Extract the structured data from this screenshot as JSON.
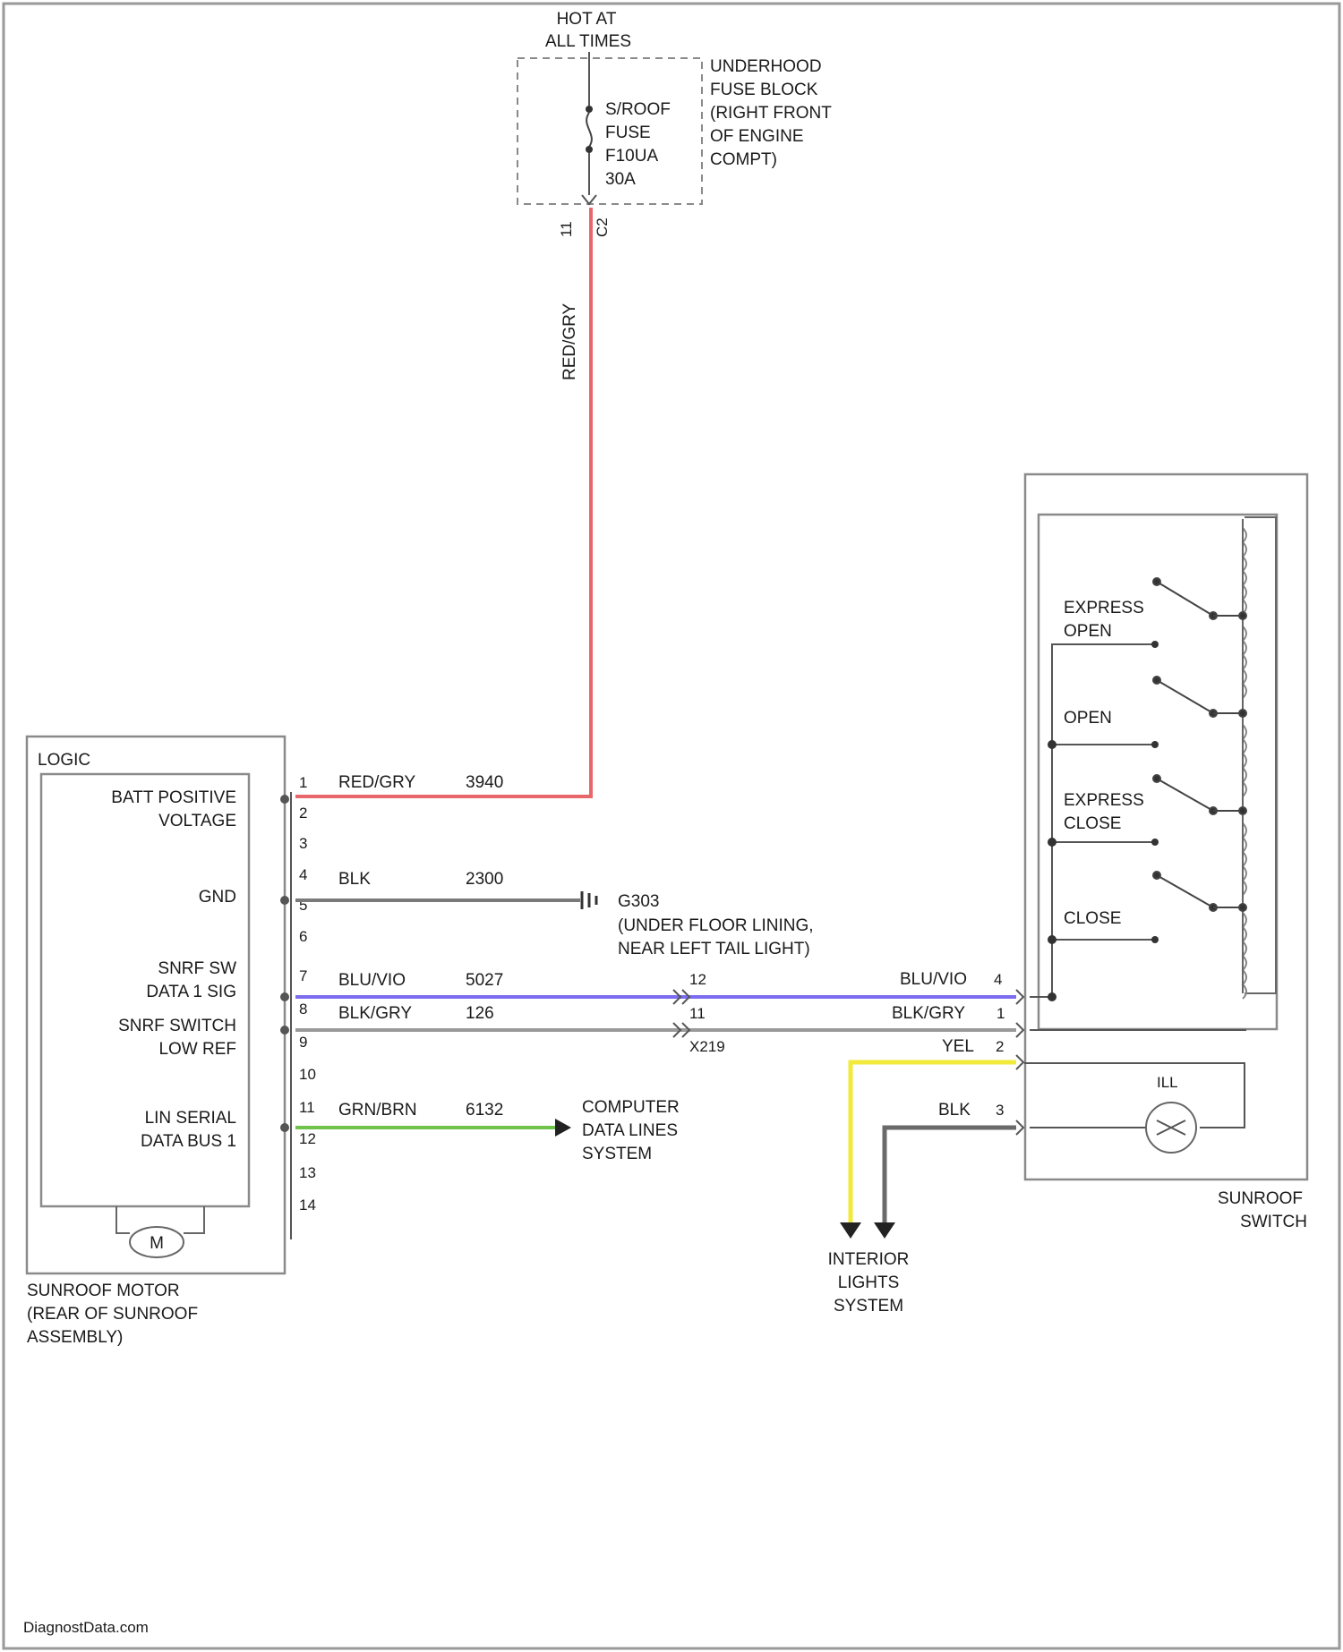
{
  "hot_label": [
    "HOT AT",
    "ALL TIMES"
  ],
  "fuse_block": {
    "fuse_lines": [
      "S/ROOF",
      "FUSE",
      "F10UA",
      "30A"
    ],
    "location_lines": [
      "UNDERHOOD",
      "FUSE BLOCK",
      "(RIGHT FRONT",
      "OF ENGINE",
      "COMPT)"
    ],
    "pin_left": "11",
    "pin_right": "C2"
  },
  "vertical_wire_label": "RED/GRY",
  "motor": {
    "logic_label": "LOGIC",
    "name_lines": [
      "SUNROOF MOTOR",
      "(REAR OF SUNROOF",
      "ASSEMBLY)"
    ],
    "motor_symbol": "M",
    "terminals": [
      {
        "lines": [
          "BATT POSITIVE",
          "VOLTAGE"
        ]
      },
      {
        "lines": [
          "GND"
        ]
      },
      {
        "lines": [
          "SNRF SW",
          "DATA 1 SIG"
        ]
      },
      {
        "lines": [
          "SNRF SWITCH",
          "LOW REF"
        ]
      },
      {
        "lines": [
          "LIN SERIAL",
          "DATA BUS 1"
        ]
      }
    ],
    "pins": [
      "1",
      "2",
      "3",
      "4",
      "5",
      "6",
      "7",
      "8",
      "9",
      "10",
      "11",
      "12",
      "13",
      "14"
    ]
  },
  "wires": [
    {
      "color_code": "RED/GRY",
      "circuit": "3940",
      "wire_color": "#e8676b"
    },
    {
      "color_code": "BLK",
      "circuit": "2300",
      "wire_color": "#7a7a7a"
    },
    {
      "color_code": "BLU/VIO",
      "circuit": "5027",
      "wire_color": "#7b6cf0"
    },
    {
      "color_code": "BLK/GRY",
      "circuit": "126",
      "wire_color": "#9a9a9a"
    },
    {
      "color_code": "GRN/BRN",
      "circuit": "6132",
      "wire_color": "#6fc24a"
    }
  ],
  "ground": {
    "id": "G303",
    "location_lines": [
      "(UNDER FLOOR LINING,",
      "NEAR LEFT TAIL LIGHT)"
    ]
  },
  "inline_connector": {
    "pin_a": "12",
    "pin_b": "11",
    "id": "X219"
  },
  "computer_data_lines": [
    "COMPUTER",
    "DATA LINES",
    "SYSTEM"
  ],
  "switch": {
    "name_lines": [
      "SUNROOF",
      "SWITCH"
    ],
    "positions": [
      {
        "lines": [
          "EXPRESS",
          "OPEN"
        ]
      },
      {
        "lines": [
          "OPEN"
        ]
      },
      {
        "lines": [
          "EXPRESS",
          "CLOSE"
        ]
      },
      {
        "lines": [
          "CLOSE"
        ]
      }
    ],
    "lamp_label": "ILL",
    "pins": [
      {
        "color_code": "BLU/VIO",
        "num": "4"
      },
      {
        "color_code": "BLK/GRY",
        "num": "1"
      },
      {
        "color_code": "YEL",
        "num": "2"
      },
      {
        "color_code": "BLK",
        "num": "3"
      }
    ]
  },
  "interior_lights": [
    "INTERIOR",
    "LIGHTS",
    "SYSTEM"
  ],
  "watermark": "DiagnostData.com",
  "colors": {
    "frame": "#9a9a9a",
    "yellow_wire": "#f2ea3a",
    "black_wire": "#6a6a6a"
  }
}
